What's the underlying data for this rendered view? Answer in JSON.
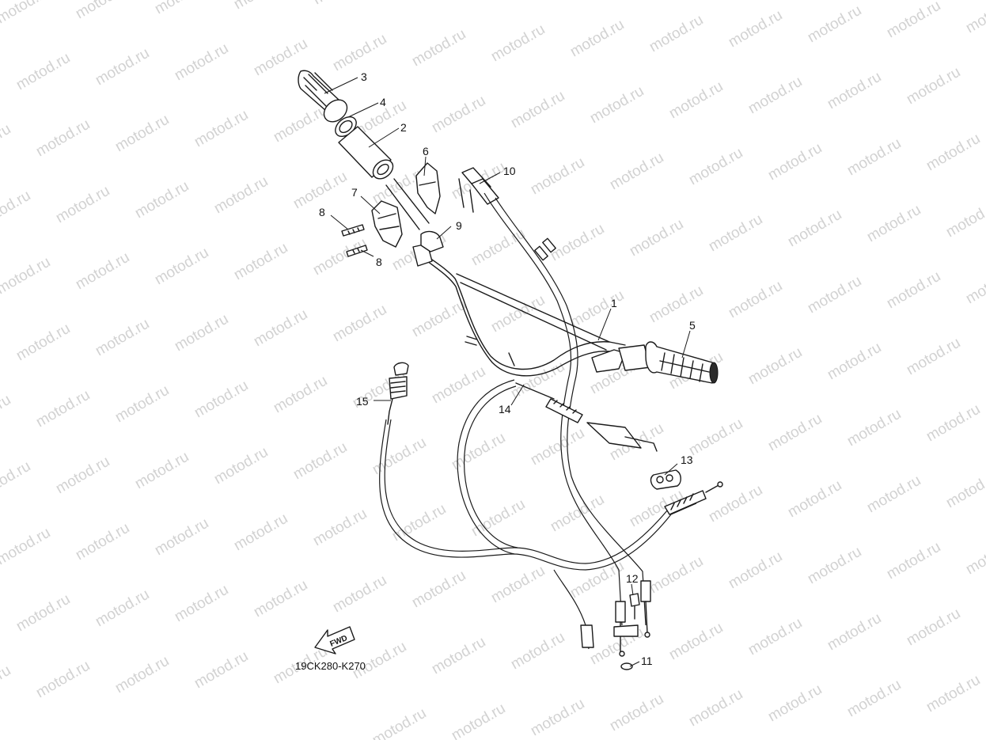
{
  "watermark": {
    "text": "motod.ru",
    "color": "#d2d2d2"
  },
  "diagram_code": "19CK280-K270",
  "direction_indicator": "FWD",
  "callouts": {
    "c1": "1",
    "c2": "2",
    "c3": "3",
    "c4": "4",
    "c5": "5",
    "c6": "6",
    "c7": "7",
    "c8a": "8",
    "c8b": "8",
    "c9": "9",
    "c10": "10",
    "c11": "11",
    "c12": "12",
    "c13": "13",
    "c14": "14",
    "c15": "15"
  },
  "parts": [
    {
      "id": "handlebar",
      "callout": "1"
    },
    {
      "id": "throttle-grip-tube",
      "callout": "2"
    },
    {
      "id": "grip-right",
      "callout": "3"
    },
    {
      "id": "grip-collar",
      "callout": "4"
    },
    {
      "id": "grip-left",
      "callout": "5"
    },
    {
      "id": "throttle-housing-cap",
      "callout": "6"
    },
    {
      "id": "throttle-housing",
      "callout": "7"
    },
    {
      "id": "screw",
      "callout": "8"
    },
    {
      "id": "cable-boot",
      "callout": "9"
    },
    {
      "id": "throttle-cable-assembly",
      "callout": "10"
    },
    {
      "id": "washer",
      "callout": "11"
    },
    {
      "id": "bolt",
      "callout": "12"
    },
    {
      "id": "cable-holder",
      "callout": "13"
    },
    {
      "id": "clutch-cable",
      "callout": "14"
    },
    {
      "id": "cable-adjuster",
      "callout": "15"
    }
  ]
}
